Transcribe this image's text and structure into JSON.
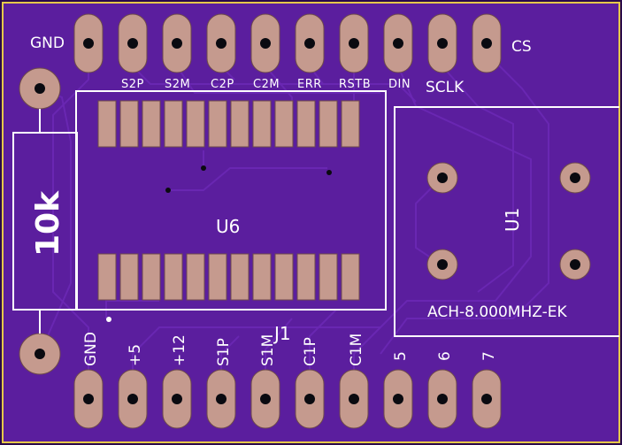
{
  "board": {
    "colors": {
      "mask": "#5b1e9e",
      "copper": "#c59a8e",
      "silk": "#ffffff",
      "edge": "#e6c84a"
    }
  },
  "top_header": {
    "left_label": "GND",
    "right_label": "CS",
    "pin_labels": [
      "S2P",
      "S2M",
      "C2P",
      "C2M",
      "ERR",
      "RSTB",
      "DIN",
      "SCLK"
    ]
  },
  "bottom_header": {
    "designator": "J1",
    "pin_labels": [
      "GND",
      "+5",
      "+12",
      "S1P",
      "S1M",
      "C1P",
      "C1M",
      "5",
      "6",
      "7"
    ]
  },
  "resistor": {
    "value": "10k"
  },
  "chip": {
    "designator": "U6"
  },
  "oscillator": {
    "designator": "U1",
    "part_number": "ACH-8.000MHZ-EK"
  }
}
